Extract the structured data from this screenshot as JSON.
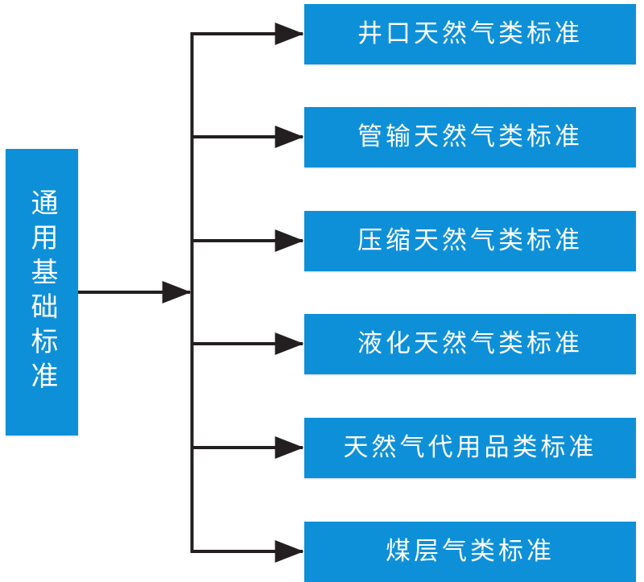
{
  "diagram": {
    "type": "tree-hierarchy",
    "orientation": "left-to-right",
    "accent_color": "#0d90d8",
    "text_color": "#ffffff",
    "connector_color": "#231f20",
    "background_color": "#ffffff",
    "root": {
      "label": "通用基础标准",
      "text_direction": "vertical"
    },
    "categories": [
      {
        "label": "井口天然气类标准"
      },
      {
        "label": "管输天然气类标准"
      },
      {
        "label": "压缩天然气类标准"
      },
      {
        "label": "液化天然气类标准"
      },
      {
        "label": "天然气代用品类标准"
      },
      {
        "label": "煤层气类标准"
      }
    ]
  }
}
